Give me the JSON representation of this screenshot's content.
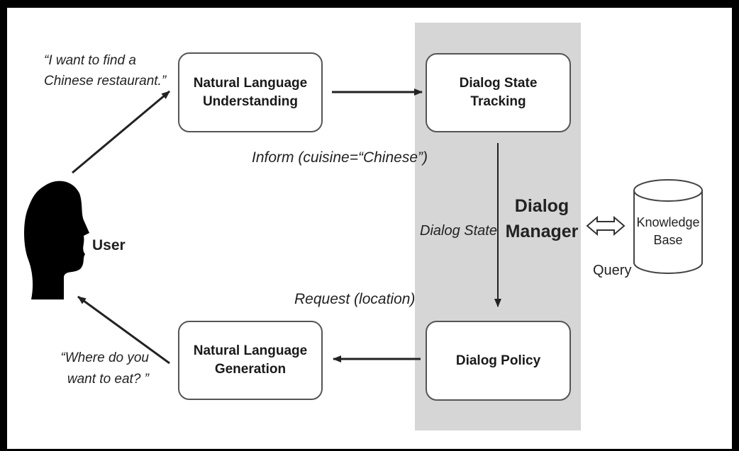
{
  "quote_user": "“I want to find a\nChinese restaurant.”",
  "quote_system": "“Where do you\nwant to eat? ”",
  "user_label": "User",
  "nlu": "Natural Language\nUnderstanding",
  "dst": "Dialog State\nTracking",
  "policy": "Dialog Policy",
  "nlg": "Natural Language\nGeneration",
  "inform_label": "Inform (cuisine=“Chinese”)",
  "request_label": "Request (location)",
  "dialog_state_label": "Dialog State",
  "dialog_manager_label": "Dialog\nManager",
  "knowledge_base": "Knowledge\nBase",
  "query_label": "Query",
  "colors": {
    "manager_bg": "#d6d6d6",
    "box_border": "#555555",
    "frame": "#000000"
  }
}
